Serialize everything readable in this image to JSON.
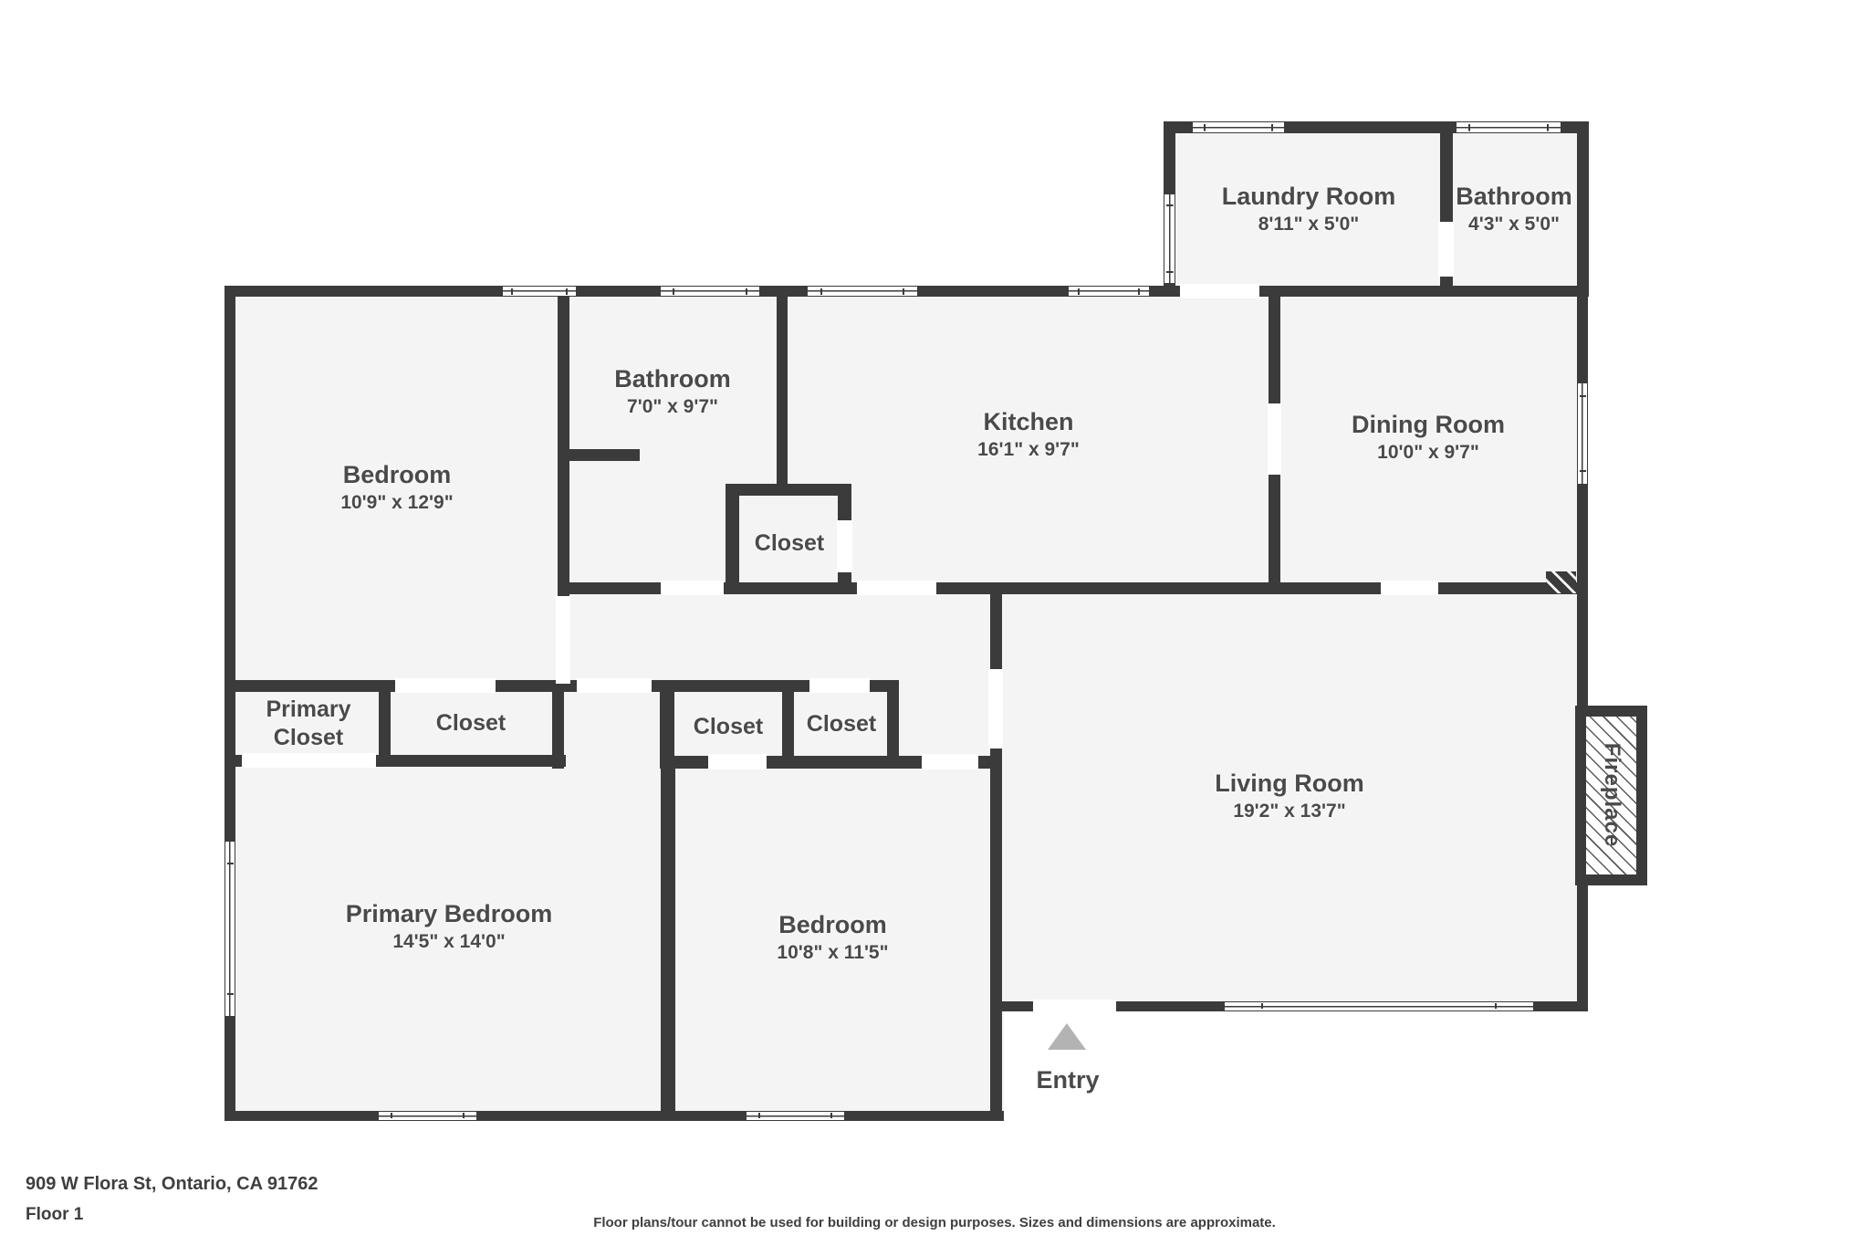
{
  "footer": {
    "address": "909 W Flora St, Ontario, CA 91762",
    "floor": "Floor 1",
    "disclaimer": "Floor plans/tour cannot be used for building or design purposes. Sizes and dimensions are approximate."
  },
  "colors": {
    "wall": "#3b3b3b",
    "room_fill": "#f4f4f4",
    "label_text": "#4a4a4a",
    "entry_arrow": "#b3b3b3"
  },
  "rooms": [
    {
      "name": "Laundry Room",
      "dims": "8'11\" x 5'0\""
    },
    {
      "name": "Bathroom",
      "dims": "4'3\" x 5'0\""
    },
    {
      "name": "Bedroom",
      "dims": "10'9\" x 12'9\""
    },
    {
      "name": "Bathroom",
      "dims": "7'0\" x 9'7\""
    },
    {
      "name": "Kitchen",
      "dims": "16'1\" x 9'7\""
    },
    {
      "name": "Dining Room",
      "dims": "10'0\" x 9'7\""
    },
    {
      "name": "Living Room",
      "dims": "19'2\" x 13'7\""
    },
    {
      "name": "Primary Bedroom",
      "dims": "14'5\" x 14'0\""
    },
    {
      "name": "Bedroom",
      "dims": "10'8\" x 11'5\""
    }
  ],
  "closets": {
    "kitchen": "Closet",
    "primary": "Primary Closet",
    "bedroom1": "Closet",
    "bedroom2": "Closet",
    "hall": "Closet"
  },
  "labels": {
    "fireplace": "Fireplace",
    "entry": "Entry"
  }
}
